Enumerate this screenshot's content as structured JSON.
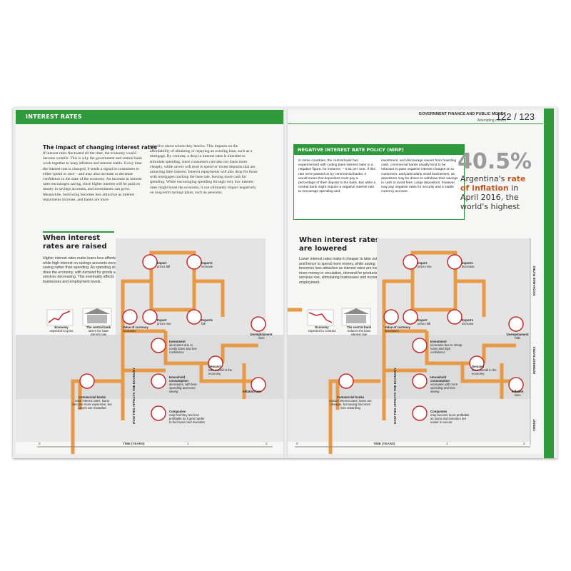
{
  "left_header": {
    "title": "INTEREST RATES"
  },
  "right_header": {
    "section": "GOVERNMENT FINANCE AND PUBLIC MONEY",
    "subsection": "Attempting control",
    "page_numbers": "122 / 123"
  },
  "intro": {
    "heading": "The impact of changing interest rates",
    "col1": "If interest rates fluctuated all the time, the economy would become volatile. This is why the government and central bank work together to keep inflation and interest stable. Every time the interest rate is changed, it sends a signal to consumers to either spend or save – and may also increase or decrease confidence in the state of the economy. An increase in interest rates encourages saving, since higher interest will be paid on money in savings accounts, and investments can grow. Meanwhile, borrowing becomes less attractive as interest repayments increase, and banks are more",
    "col2": "selective about whom they lend to. This impacts on the affordability of obtaining or repaying an existing loan, such as a mortgage. By contrast, a drop in interest rates is intended to stimulate spending, since consumers can take out loans more cheaply, while savers will tend to spend or invest deposits that are attracting little interest. Interest repayments will also drop for those with mortgages tracking the base rate, leaving more cash for spending. While encouraging spending through very low interest rates might boost the economy, it can ultimately impact negatively on long-term savings plans, such as pensions."
  },
  "raised": {
    "heading": "When interest rates are raised",
    "text": "Higher interest rates make loans less affordable, while high interest on savings accounts encourages saving rather than spending. As spending slows, so does the economy, with demand for goods and services decreasing. This eventually affects businesses and employment levels.",
    "economy": "Economy",
    "economy_sub": "expected to grow",
    "central": "The central bank",
    "central_sub": "raises the base interest rate",
    "banks": "Commercial banks",
    "banks_sub": "raise interest rates; loans become more expensive, but savers are rewarded",
    "currency": "Value of currency",
    "currency_sub": "increases",
    "import": "Import",
    "import_sub": "prices fall",
    "imports": "Imports",
    "imports_sub": "increase",
    "export": "Export",
    "export_sub": "prices rise",
    "exports": "Exports",
    "exports_sub": "fall",
    "unemp": "Unemployment",
    "unemp_sub": "rises",
    "invest": "Investment",
    "invest_sub": "decreases due to costly loans and low confidence",
    "house": "Household consumption",
    "house_sub": "decreases, with less spending and more saving",
    "companies": "Companies",
    "companies_sub": "may find they are less profitable as it gets harder to find loans and investors",
    "demand": "Demand",
    "demand_sub": "falls overall in the economy",
    "inflation": "Inflation",
    "inflation_sub": "falls",
    "vertical": "HOW THIS AFFECTS THE ECONOMY",
    "axis_title": "TIME (YEARS)",
    "axis_0": "0",
    "axis_1": "1",
    "axis_2": "2"
  },
  "nirp": {
    "title": "NEGATIVE INTEREST RATE POLICY (NIRP)",
    "col1": "In some countries, the central bank has experimented with cutting base interest rates to a negative figure, for instance, – 0.01 per cent. If this rate were passed on by commercial banks, it would mean that depositors must pay a percentage of their deposit to the bank. But while a central bank might impose a negative interest rate to encourage spending and",
    "col2": "investment, and discourage savers from hoarding cash, commercial banks usually tend to be reluctant to pass negative interest charges on to customers, and particularly small businesses, as depositors may be driven to withdraw their savings in cash to avoid fees. Large depositors, however, may pay negative rates for security and a stable currency account."
  },
  "stat": {
    "value": "40.5%",
    "line1": "Argentina's",
    "hl1": "rate",
    "line2": "of inflation",
    "hl2": "in",
    "line3": "April 2016,",
    "line4": "the world's highest"
  },
  "lowered": {
    "heading": "When interest rates are lowered",
    "text": "Lower interest rates make it cheaper to take out loans, and hence to spend more money, while saving becomes less attractive as interest rates are low. With more money in circulation, demand for products and services rise, stimulating businesses and increasing employment.",
    "economy": "Economy",
    "economy_sub": "expected to contract",
    "central": "The central bank",
    "central_sub": "reduces the base interest rate",
    "banks": "Commercial banks",
    "banks_sub": "reduce interest rates; loans are cheaper, but saving becomes less rewarding",
    "currency": "Value of currency",
    "currency_sub": "decreases",
    "import": "Import",
    "import_sub": "prices rise",
    "imports": "Imports",
    "imports_sub": "decrease",
    "export": "Export",
    "export_sub": "prices fall",
    "exports": "Exports",
    "exports_sub": "increase",
    "unemp": "Unemployment",
    "unemp_sub": "falls",
    "invest": "Investment",
    "invest_sub": "increases due to cheap loans and high confidence",
    "house": "Household consumption",
    "house_sub": "increases with more spending and less saving",
    "companies": "Companies",
    "companies_sub": "may become more profitable as loans and investors are easier to secure",
    "demand": "Demand",
    "demand_sub": "rises overall in the economy",
    "inflation": "Inflation",
    "inflation_sub": "rises",
    "vertical": "HOW THIS AFFECTS THE ECONOMY",
    "axis_title": "TIME (YEARS)",
    "axis_0": "0",
    "axis_1": "1",
    "axis_2": "2",
    "side_exchange": "EXCHANGE RATES",
    "side_interest": "INTEREST RATES",
    "side_credit": "CREDIT"
  },
  "colors": {
    "green": "#2f9a3c",
    "orange": "#e79a45",
    "red": "#c62b2b"
  }
}
